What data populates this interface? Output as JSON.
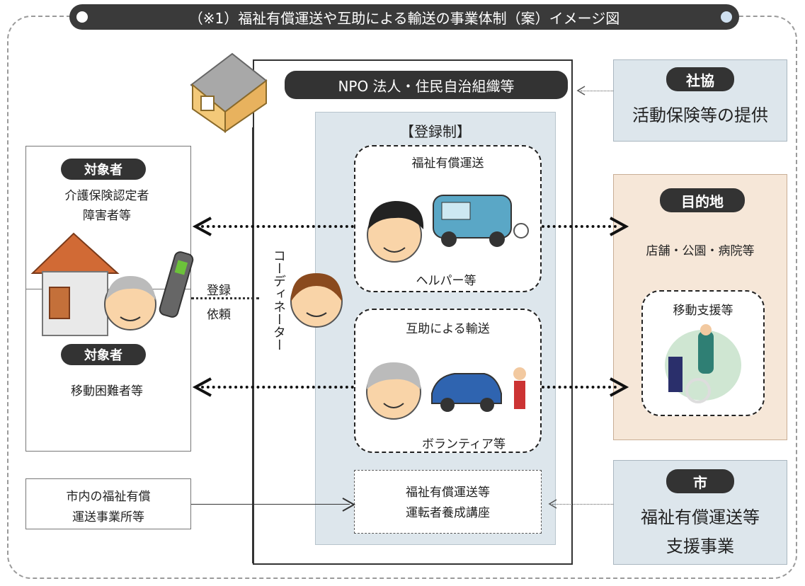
{
  "title": "（※1）福祉有償運送や互助による輸送の事業体制（案）イメージ図",
  "npo_label": "NPO 法人・住民自治組織等",
  "registration_label": "【登録制】",
  "welfare_transport": {
    "heading": "福祉有償運送",
    "helper": "ヘルパー等"
  },
  "mutual_transport": {
    "heading": "互助による輸送",
    "volunteer": "ボランティア等"
  },
  "training": {
    "line1": "福祉有償運送等",
    "line2": "運転者養成講座"
  },
  "coordinator_label": "コーディネーター",
  "target1": {
    "badge": "対象者",
    "line1": "介護保険認定者",
    "line2": "障害者等"
  },
  "target2": {
    "badge": "対象者",
    "line1": "移動困難者等"
  },
  "phone_note": {
    "line1": "登録",
    "line2": "依頼"
  },
  "city_provider": {
    "line1": "市内の福祉有償",
    "line2": "運送事業所等"
  },
  "shakyo": {
    "badge": "社協",
    "text": "活動保険等の提供"
  },
  "destination": {
    "badge": "目的地",
    "text": "店舗・公園・病院等",
    "support": "移動支援等"
  },
  "city": {
    "badge": "市",
    "line1": "福祉有償運送等",
    "line2": "支援事業"
  }
}
